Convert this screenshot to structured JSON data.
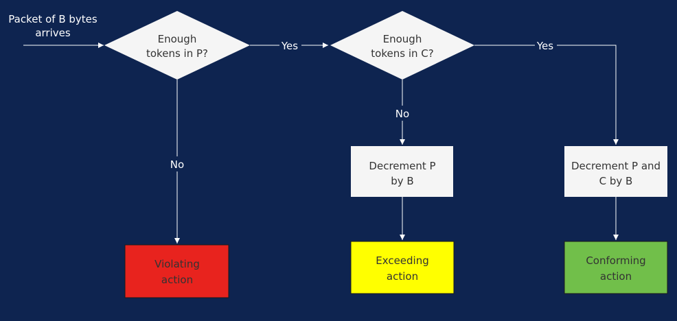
{
  "start": {
    "line1": "Packet of B bytes",
    "line2": "arrives"
  },
  "decisions": {
    "p_check": {
      "line1": "Enough",
      "line2": "tokens in P?"
    },
    "c_check": {
      "line1": "Enough",
      "line2": "tokens in C?"
    }
  },
  "edges": {
    "p_yes": "Yes",
    "p_no": "No",
    "c_yes": "Yes",
    "c_no": "No"
  },
  "processes": {
    "decrement_p": {
      "line1": "Decrement P",
      "line2": "by B"
    },
    "decrement_pc": {
      "line1": "Decrement P and",
      "line2": "C by B"
    }
  },
  "outcomes": {
    "violating": {
      "line1": "Violating",
      "line2": "action",
      "color": "#e8231e",
      "text_color": "#5a5a5a"
    },
    "exceeding": {
      "line1": "Exceeding",
      "line2": "action",
      "color": "#ffff00",
      "text_color": "#333333"
    },
    "conforming": {
      "line1": "Conforming",
      "line2": "action",
      "color": "#71bf4a",
      "text_color": "#333333"
    }
  },
  "colors": {
    "background": "#0e2450",
    "shape_fill": "#f5f5f5",
    "line": "#ffffff"
  }
}
